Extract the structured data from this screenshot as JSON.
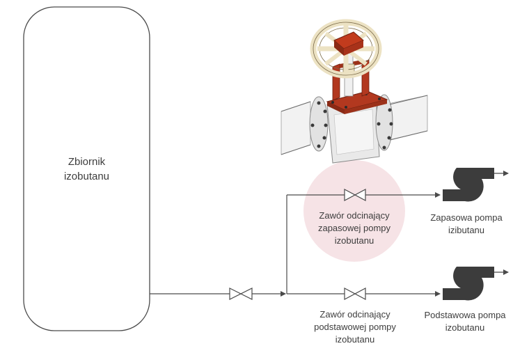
{
  "tank": {
    "label_line1": "Zbiornik",
    "label_line2": "izobutanu"
  },
  "valve_backup": {
    "label_line1": "Zawór odcinający",
    "label_line2": "zapasowej pompy",
    "label_line3": "izobutanu",
    "highlight_color": "#f6e3e6"
  },
  "valve_main": {
    "label_line1": "Zawór odcinający",
    "label_line2": "podstawowej pompy",
    "label_line3": "izobutanu"
  },
  "pump_backup": {
    "label_line1": "Zapasowa pompa",
    "label_line2": "izibutanu"
  },
  "pump_main": {
    "label_line1": "Podstawowa pompa",
    "label_line2": "izobutanu"
  },
  "colors": {
    "line": "#4a4a4a",
    "pump": "#3c3c3c",
    "valve_body": "#e9e9e9",
    "valve_handwheel": "#ece2c3",
    "valve_bonnet": "#b2381f"
  },
  "icons": [
    "isometric-gate-valve-icon",
    "valve-symbol-icon",
    "pump-symbol-icon",
    "arrow-icon"
  ]
}
